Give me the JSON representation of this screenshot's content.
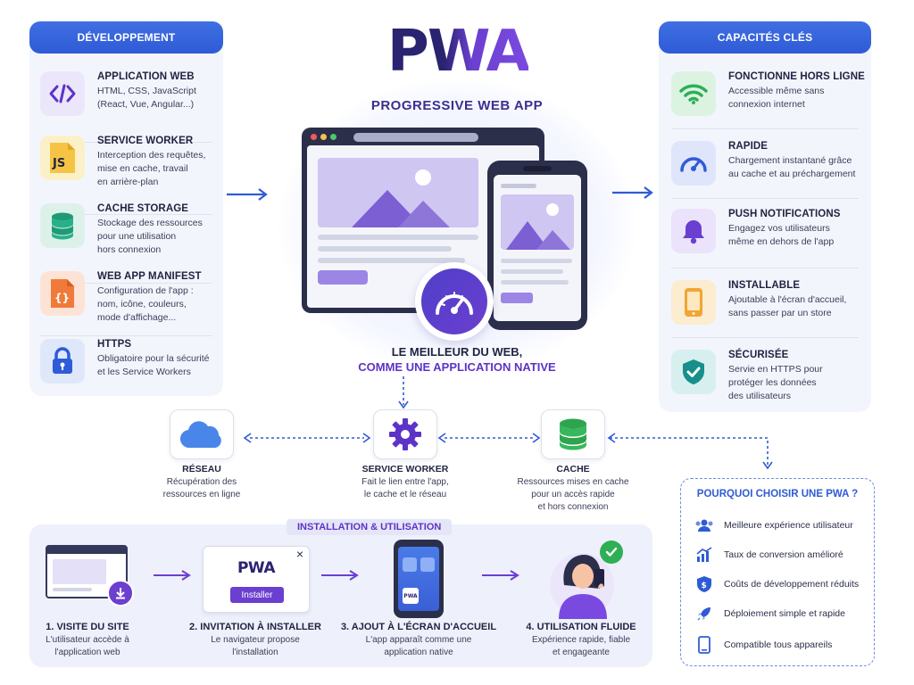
{
  "left_panel": {
    "title": "DÉVELOPPEMENT",
    "items": [
      {
        "title": "APPLICATION WEB",
        "desc": "HTML, CSS, JavaScript\n(React, Vue, Angular...)",
        "icon": "code-icon"
      },
      {
        "title": "SERVICE WORKER",
        "desc": "Interception des requêtes,\nmise en cache, travail\nen arrière-plan",
        "icon": "js-file-icon"
      },
      {
        "title": "CACHE STORAGE",
        "desc": "Stockage des ressources\npour une utilisation\nhors connexion",
        "icon": "database-icon"
      },
      {
        "title": "WEB APP MANIFEST",
        "desc": "Configuration de l'app :\nnom, icône, couleurs,\nmode d'affichage...",
        "icon": "json-file-icon"
      },
      {
        "title": "HTTPS",
        "desc": "Obligatoire pour la sécurité\net les Service Workers",
        "icon": "lock-icon"
      }
    ]
  },
  "right_panel": {
    "title": "CAPACITÉS CLÉS",
    "items": [
      {
        "title": "FONCTIONNE HORS LIGNE",
        "desc": "Accessible même sans\nconnexion internet",
        "icon": "wifi-icon"
      },
      {
        "title": "RAPIDE",
        "desc": "Chargement instantané grâce\nau cache et au préchargement",
        "icon": "speedometer-icon"
      },
      {
        "title": "PUSH NOTIFICATIONS",
        "desc": "Engagez vos utilisateurs\nmême en dehors de l'app",
        "icon": "bell-icon"
      },
      {
        "title": "INSTALLABLE",
        "desc": "Ajoutable à l'écran d'accueil,\nsans passer par un store",
        "icon": "phone-icon"
      },
      {
        "title": "SÉCURISÉE",
        "desc": "Servie en HTTPS pour\nprotéger les données\ndes utilisateurs",
        "icon": "shield-check-icon"
      }
    ]
  },
  "center": {
    "logo": "PWA",
    "subtitle": "PROGRESSIVE WEB APP",
    "tagline_1": "LE MEILLEUR DU WEB,",
    "tagline_2": "COMME UNE APPLICATION NATIVE"
  },
  "flow": [
    {
      "title": "RÉSEAU",
      "desc": "Récupération des\nressources en ligne",
      "icon": "cloud-icon"
    },
    {
      "title": "SERVICE WORKER",
      "desc": "Fait le lien entre l'app,\nle cache et le réseau",
      "icon": "gear-icon"
    },
    {
      "title": "CACHE",
      "desc": "Ressources mises en cache\npour un accès rapide\net hors connexion",
      "icon": "database-icon"
    }
  ],
  "why": {
    "title": "POURQUOI CHOISIR UNE PWA ?",
    "items": [
      {
        "label": "Meilleure expérience utilisateur",
        "icon": "users-icon"
      },
      {
        "label": "Taux de conversion amélioré",
        "icon": "growth-chart-icon"
      },
      {
        "label": "Coûts de développement réduits",
        "icon": "dollar-shield-icon"
      },
      {
        "label": "Déploiement simple et rapide",
        "icon": "rocket-icon"
      },
      {
        "label": "Compatible tous appareils",
        "icon": "devices-icon"
      }
    ]
  },
  "install": {
    "label": "INSTALLATION & UTILISATION",
    "button_label": "Installer",
    "mini_logo": "PWA",
    "close": "×",
    "steps": [
      {
        "title": "1. VISITE DU SITE",
        "desc": "L'utilisateur accède à\nl'application web"
      },
      {
        "title": "2. INVITATION À INSTALLER",
        "desc": "Le navigateur propose\nl'installation"
      },
      {
        "title": "3. AJOUT À L'ÉCRAN D'ACCUEIL",
        "desc": "L'app apparaît comme une\napplication native"
      },
      {
        "title": "4. UTILISATION FLUIDE",
        "desc": "Expérience rapide, fiable\net engageante"
      }
    ]
  },
  "colors": {
    "blue": "#2f5bd6",
    "purple": "#5d33c7",
    "dark": "#1f2340"
  }
}
